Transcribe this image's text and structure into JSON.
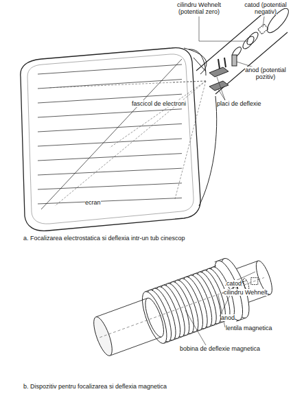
{
  "diagram": {
    "labels": [
      "cilindru Wehnelt (potential zero)",
      "catod (potential negativ)",
      "anod (potential pozitiv)",
      "fascicol de electroni",
      "placi de deflexie",
      "ecran",
      "a. Focalizarea electrostatica si deflexia intr-un tub cinescop",
      "catod",
      "cilindru Wehnelt",
      "anod",
      "lentila magnetica",
      "bobina de deflexie magnetica",
      "b. Dispozitiv pentru focalizarea si deflexia magnetica"
    ]
  }
}
